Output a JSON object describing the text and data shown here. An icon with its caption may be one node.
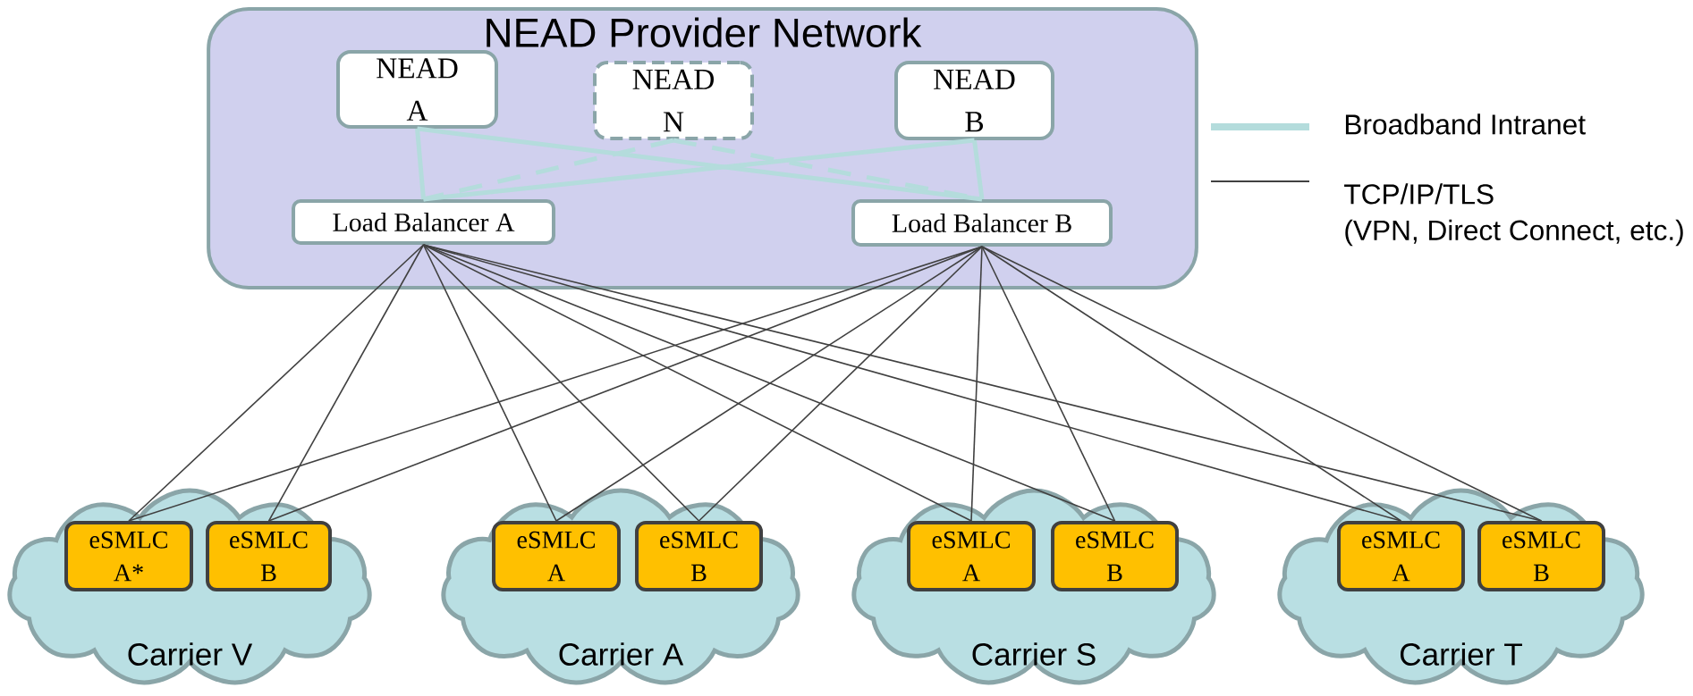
{
  "diagram": {
    "nodes": [
      {
        "text": [
          "NEAD Provider Network"
        ]
      },
      {
        "text": [
          "NEAD A"
        ],
        "in": 0
      },
      {
        "text": [
          "NEAD N"
        ],
        "in": 0
      },
      {
        "text": [
          "NEAD B"
        ],
        "in": 0
      },
      {
        "text": [
          "Load Balancer A"
        ],
        "in": 0
      },
      {
        "text": [
          "Load Balancer B"
        ],
        "in": 0
      },
      {
        "text": [
          "Carrier V"
        ]
      },
      {
        "text": [
          "eSMLC A*"
        ],
        "in": 6
      },
      {
        "text": [
          "eSMLC B"
        ],
        "in": 6
      },
      {
        "text": [
          "Carrier A"
        ]
      },
      {
        "text": [
          "eSMLC A"
        ],
        "in": 9
      },
      {
        "text": [
          "eSMLC B"
        ],
        "in": 9
      },
      {
        "text": [
          "Carrier S"
        ]
      },
      {
        "text": [
          "eSMLC A"
        ],
        "in": 12
      },
      {
        "text": [
          "eSMLC B"
        ],
        "in": 12
      },
      {
        "text": [
          "Carrier T"
        ]
      },
      {
        "text": [
          "eSMLC A"
        ],
        "in": 15
      },
      {
        "text": [
          "eSMLC B"
        ],
        "in": 15
      }
    ],
    "edges": [
      {
        "from": 1,
        "to": 4,
        "arrow": "none",
        "style": "thick",
        "color": "#b4dcdc"
      },
      {
        "from": 1,
        "to": 5,
        "arrow": "none",
        "style": "thick",
        "color": "#b4dcdc"
      },
      {
        "from": 2,
        "to": 4,
        "arrow": "none",
        "style": "dashed",
        "color": "#b4dcdc"
      },
      {
        "from": 2,
        "to": 5,
        "arrow": "none",
        "style": "dashed",
        "color": "#b4dcdc"
      },
      {
        "from": 3,
        "to": 4,
        "arrow": "none",
        "style": "thick",
        "color": "#b4dcdc"
      },
      {
        "from": 3,
        "to": 5,
        "arrow": "none",
        "style": "thick",
        "color": "#b4dcdc"
      },
      {
        "from": 4,
        "to": 7,
        "arrow": "none"
      },
      {
        "from": 4,
        "to": 8,
        "arrow": "none"
      },
      {
        "from": 4,
        "to": 10,
        "arrow": "none"
      },
      {
        "from": 4,
        "to": 11,
        "arrow": "none"
      },
      {
        "from": 4,
        "to": 13,
        "arrow": "none"
      },
      {
        "from": 4,
        "to": 14,
        "arrow": "none"
      },
      {
        "from": 4,
        "to": 16,
        "arrow": "none"
      },
      {
        "from": 4,
        "to": 17,
        "arrow": "none"
      },
      {
        "from": 5,
        "to": 7,
        "arrow": "none"
      },
      {
        "from": 5,
        "to": 8,
        "arrow": "none"
      },
      {
        "from": 5,
        "to": 10,
        "arrow": "none"
      },
      {
        "from": 5,
        "to": 11,
        "arrow": "none"
      },
      {
        "from": 5,
        "to": 13,
        "arrow": "none"
      },
      {
        "from": 5,
        "to": 14,
        "arrow": "none"
      },
      {
        "from": 5,
        "to": 16,
        "arrow": "none"
      },
      {
        "from": 5,
        "to": 17,
        "arrow": "none"
      }
    ],
    "legend": [
      {
        "text": "Broadband Intranet"
      },
      {
        "text": "TCP/IP/TLS (VPN, Direct Connect, etc.)"
      }
    ]
  }
}
